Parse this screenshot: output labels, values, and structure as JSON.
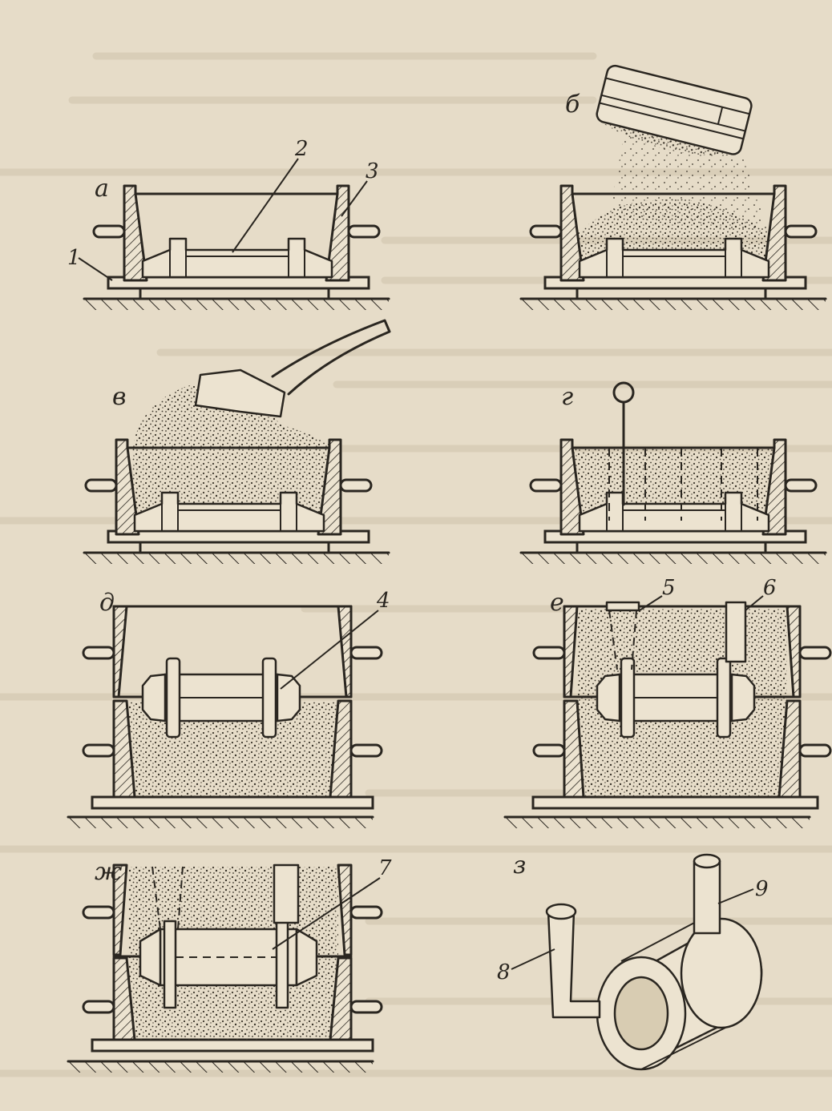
{
  "figure": {
    "panel_labels": {
      "a": "а",
      "b": "б",
      "v": "в",
      "g": "г",
      "d": "д",
      "e": "е",
      "zh": "ж",
      "z": "з"
    },
    "callouts": {
      "n1": "1",
      "n2": "2",
      "n3": "3",
      "n4": "4",
      "n5": "5",
      "n6": "6",
      "n7": "7",
      "n8": "8",
      "n9": "9"
    }
  },
  "colors": {
    "paper": "#e6dcc8",
    "ink": "#2a2620"
  }
}
